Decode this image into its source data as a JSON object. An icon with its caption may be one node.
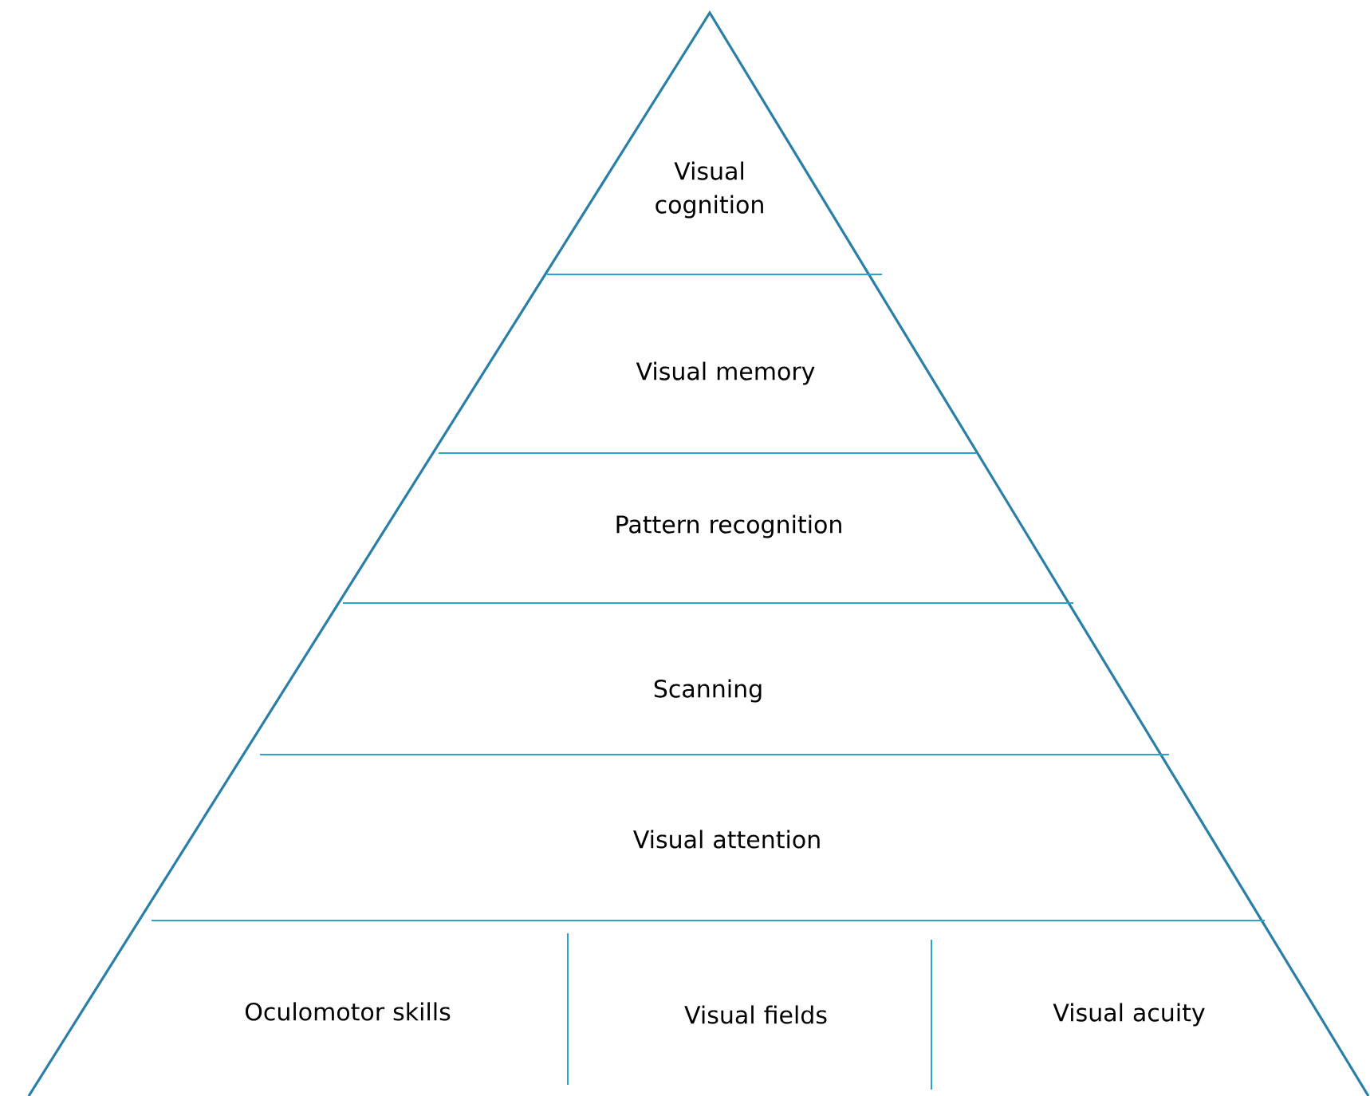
{
  "diagram": {
    "nodes": [
      {
        "text": [
          "Visual cognition"
        ]
      },
      {
        "text": [
          "Visual memory"
        ]
      },
      {
        "text": [
          "Pattern recognition"
        ]
      },
      {
        "text": [
          "Scanning"
        ]
      },
      {
        "text": [
          "Visual attention"
        ]
      },
      {
        "text": [
          "Oculomotor skills"
        ]
      },
      {
        "text": [
          "Visual fields"
        ]
      },
      {
        "text": [
          "Visual acuity"
        ]
      }
    ]
  }
}
